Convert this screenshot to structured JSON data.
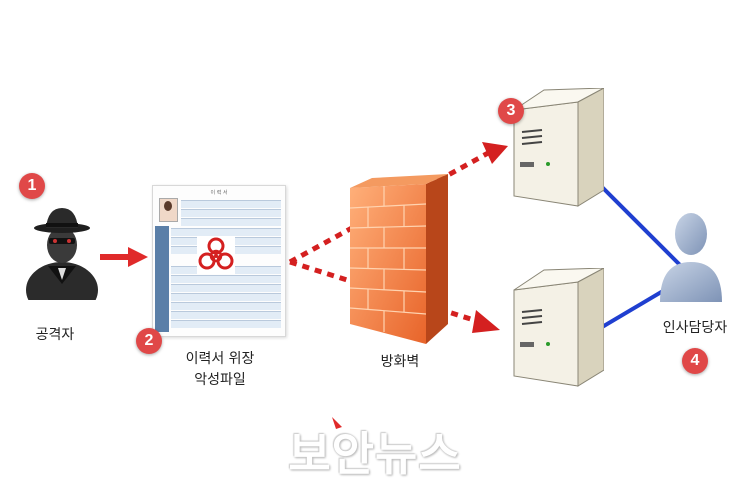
{
  "title": "",
  "nodes": {
    "attacker": {
      "label": "공격자",
      "badge": "1"
    },
    "file": {
      "label_line1": "이력서 위장",
      "label_line2": "악성파일",
      "badge": "2",
      "doc_heading": "이 력 서"
    },
    "server_top": {
      "badge": "3"
    },
    "firewall": {
      "label": "방화벽"
    },
    "hr": {
      "label": "인사담당자",
      "badge": "4"
    }
  },
  "edges": [
    {
      "from": "attacker",
      "to": "file",
      "style": "solid",
      "color": "#e02a2a"
    },
    {
      "from": "file",
      "to": "server_top",
      "style": "dotted",
      "color": "#d42020"
    },
    {
      "from": "file",
      "to": "server_bottom",
      "style": "dotted",
      "color": "#d42020"
    },
    {
      "from": "hr",
      "to": "server_top",
      "style": "solid",
      "color": "#1f3fd0"
    },
    {
      "from": "hr",
      "to": "server_bottom",
      "style": "solid",
      "color": "#1f3fd0"
    }
  ],
  "watermark": "보안뉴스",
  "colors": {
    "badge": "#e04848",
    "red_arrow": "#e02a2a",
    "blue_arrow": "#1f3fd0",
    "firewall": "#f07a3c"
  }
}
